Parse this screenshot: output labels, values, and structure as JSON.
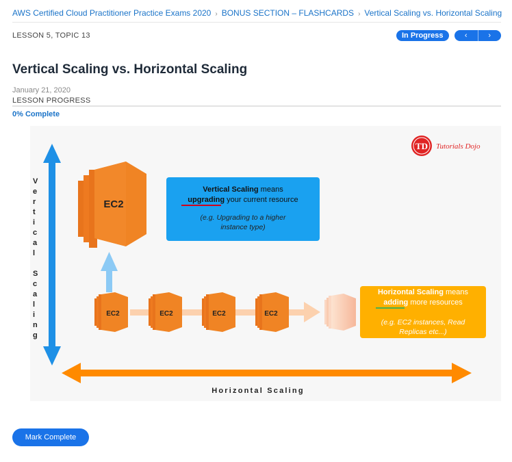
{
  "breadcrumb": {
    "items": [
      "AWS Certified Cloud Practitioner Practice Exams 2020",
      "BONUS SECTION – FLASHCARDS",
      "Vertical Scaling vs. Horizontal Scaling"
    ],
    "separator": "›"
  },
  "lesson": {
    "meta": "LESSON 5, TOPIC 13",
    "status": "In Progress",
    "prev_icon": "‹",
    "next_icon": "›",
    "title": "Vertical Scaling vs. Horizontal Scaling",
    "date": "January 21, 2020",
    "progress_label": "LESSON PROGRESS",
    "progress_percent": 0,
    "progress_text": "0% Complete"
  },
  "figure": {
    "brand_logo_text": "TD",
    "brand_name": "Tutorials Dojo",
    "vertical_axis_label": "Vertical Scaling",
    "horizontal_axis_label": "Horizontal Scaling",
    "ec2_label": "EC2",
    "vertical_box": {
      "line1_bold": "Vertical Scaling",
      "line1_rest": " means",
      "line2_bold": "upgrading",
      "line2_rest": " your current resource",
      "line3": "(e.g. Upgrading to a higher",
      "line4": "instance type)"
    },
    "horizontal_box": {
      "line1_bold": "Horizontal Scaling",
      "line1_rest": " means",
      "line2_bold": "adding",
      "line2_rest": " more resources",
      "line3": "(e.g. EC2 instances, Read",
      "line4": "Replicas etc...)"
    },
    "colors": {
      "blue": "#1e90e6",
      "orange": "#ff8a00",
      "ec2_orange": "#f07a22",
      "yellow_box": "#ffb000",
      "red_underline": "#d0021b",
      "green_underline": "#4caf50"
    }
  },
  "footer": {
    "mark_complete": "Mark Complete"
  }
}
